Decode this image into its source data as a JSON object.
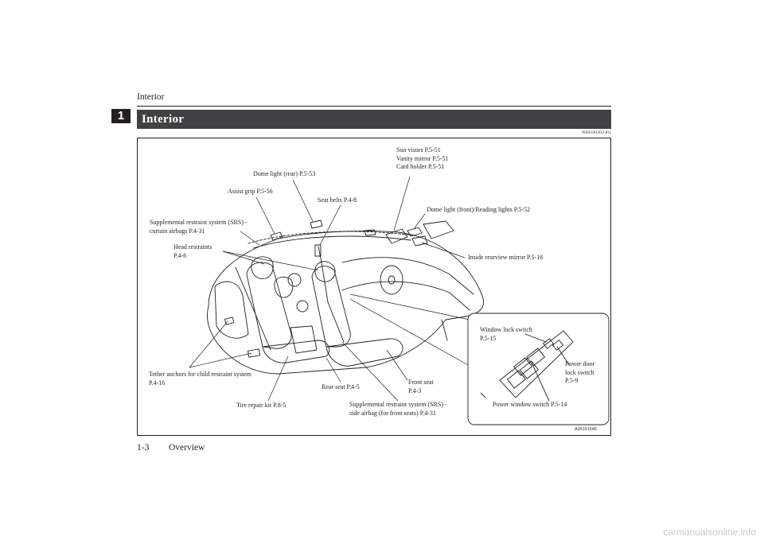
{
  "header": {
    "title": "Interior"
  },
  "chapter_tab": "1",
  "section": {
    "title": "Interior",
    "code": "N00100302301"
  },
  "figure": {
    "figure_id": "AJ5101545",
    "callouts": {
      "sun_visors": "Sun visors P.5-51\nVanity mirror P.5-51\nCard holder P.5-51",
      "dome_light_rear": "Dome light (rear) P.5-53",
      "assist_grip": "Assist grip P.5-56",
      "seat_belts": "Seat belts P.4-8",
      "dome_light_front": "Dome light (front)/Reading lights P.5-52",
      "srs_curtain": "Supplemental restraint system (SRS) -\ncurtain airbags P.4-31",
      "head_restraints": "Head restraints\nP.4-6",
      "rearview_mirror": "Inside rearview mirror P.5-16",
      "window_lock": "Window lock switch\nP.5-15",
      "power_door_lock": "Power door\nlock switch\nP.5-9",
      "power_window": "Power window switch P.5-14",
      "tether_anchors": "Tether anchors for child restraint system\nP.4-16",
      "front_seat": "Front seat\nP.4-3",
      "rear_seat": "Rear seat P.4-5",
      "tire_repair": "Tire repair kit P.8-5",
      "srs_side": "Supplemental restraint system (SRS) -\nside airbag (for front seats) P.4-31"
    }
  },
  "footer": {
    "page": "1-3",
    "chapter": "Overview"
  },
  "watermark": "carmanualsonline.info"
}
